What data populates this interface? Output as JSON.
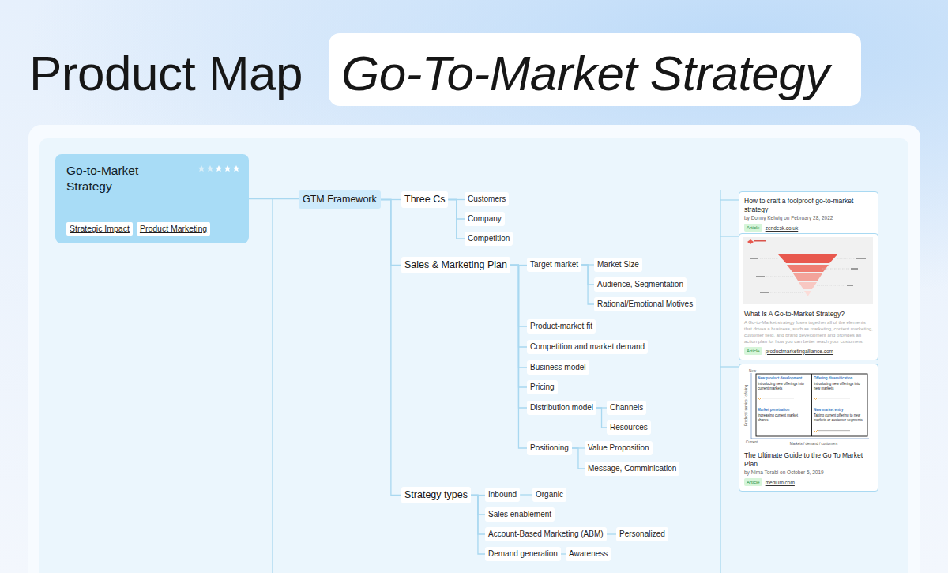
{
  "diagram": {
    "title": "Product Map",
    "nodes": [
      {
        "text": [
          "Go-To-Market Strategy"
        ]
      },
      {
        "text": [
          "Go-to-Market Strategy"
        ]
      },
      {
        "text": [
          "Strategic Impact"
        ],
        "in": 1
      },
      {
        "text": [
          "Product Marketing"
        ],
        "in": 1
      },
      {
        "text": [
          "GTM Framework"
        ]
      },
      {
        "text": [
          "Three Cs"
        ]
      },
      {
        "text": [
          "Customers"
        ]
      },
      {
        "text": [
          "Company"
        ]
      },
      {
        "text": [
          "Competition"
        ]
      },
      {
        "text": [
          "Sales & Marketing Plan"
        ]
      },
      {
        "text": [
          "Target market"
        ]
      },
      {
        "text": [
          "Market Size"
        ]
      },
      {
        "text": [
          "Audience, Segmentation"
        ]
      },
      {
        "text": [
          "Rational/Emotional Motives"
        ]
      },
      {
        "text": [
          "Product-market fit"
        ]
      },
      {
        "text": [
          "Competition and market demand"
        ]
      },
      {
        "text": [
          "Business model"
        ]
      },
      {
        "text": [
          "Pricing"
        ]
      },
      {
        "text": [
          "Distribution model"
        ]
      },
      {
        "text": [
          "Channels"
        ]
      },
      {
        "text": [
          "Resources"
        ]
      },
      {
        "text": [
          "Positioning"
        ]
      },
      {
        "text": [
          "Value Proposition"
        ]
      },
      {
        "text": [
          "Message, Comminication"
        ]
      },
      {
        "text": [
          "Strategy types"
        ]
      },
      {
        "text": [
          "Inbound"
        ]
      },
      {
        "text": [
          "Organic"
        ]
      },
      {
        "text": [
          "Sales enablement"
        ]
      },
      {
        "text": [
          "Account-Based Marketing (ABM)"
        ]
      },
      {
        "text": [
          "Personalized"
        ]
      },
      {
        "text": [
          "Demand generation"
        ]
      },
      {
        "text": [
          "Awareness"
        ]
      },
      {
        "text": [
          "How to craft a foolproof go-to-market strategy",
          "by Donny Kelwig on February 28, 2022",
          "zendesk.co.uk"
        ]
      },
      {
        "text": [
          "Article"
        ],
        "in": 32
      },
      {
        "text": [
          "What Is A Go-to-Market Strategy?",
          "A Go-to-Market strategy fuses together all of the elements that drives a business, such as marketing, content marketing, customer field, and brand development and provides an action plan for how you can better reach your customers.",
          "productmarketingalliance.com"
        ]
      },
      {
        "text": [
          "Article"
        ],
        "in": 34
      },
      {
        "text": [
          "The Ultimate Guide to the Go To Market Plan",
          "by Nima Torabi on October 5, 2019",
          "medium.com"
        ]
      },
      {
        "text": [
          "Article"
        ],
        "in": 36
      }
    ],
    "edges": [
      {
        "from": 1,
        "to": 4,
        "arrow": "none"
      },
      {
        "from": 4,
        "to": 5,
        "arrow": "none"
      },
      {
        "from": 4,
        "to": 9,
        "arrow": "none"
      },
      {
        "from": 4,
        "to": 24,
        "arrow": "none"
      },
      {
        "from": 5,
        "to": 6,
        "arrow": "none"
      },
      {
        "from": 5,
        "to": 7,
        "arrow": "none"
      },
      {
        "from": 5,
        "to": 8,
        "arrow": "none"
      },
      {
        "from": 9,
        "to": 10,
        "arrow": "none"
      },
      {
        "from": 9,
        "to": 14,
        "arrow": "none"
      },
      {
        "from": 9,
        "to": 15,
        "arrow": "none"
      },
      {
        "from": 9,
        "to": 16,
        "arrow": "none"
      },
      {
        "from": 9,
        "to": 17,
        "arrow": "none"
      },
      {
        "from": 9,
        "to": 18,
        "arrow": "none"
      },
      {
        "from": 9,
        "to": 21,
        "arrow": "none"
      },
      {
        "from": 10,
        "to": 11,
        "arrow": "none"
      },
      {
        "from": 10,
        "to": 12,
        "arrow": "none"
      },
      {
        "from": 10,
        "to": 13,
        "arrow": "none"
      },
      {
        "from": 18,
        "to": 19,
        "arrow": "none"
      },
      {
        "from": 18,
        "to": 20,
        "arrow": "none"
      },
      {
        "from": 21,
        "to": 22,
        "arrow": "none"
      },
      {
        "from": 21,
        "to": 23,
        "arrow": "none"
      },
      {
        "from": 24,
        "to": 25,
        "arrow": "none"
      },
      {
        "from": 24,
        "to": 27,
        "arrow": "none"
      },
      {
        "from": 24,
        "to": 28,
        "arrow": "none"
      },
      {
        "from": 24,
        "to": 30,
        "arrow": "none"
      },
      {
        "from": 25,
        "to": 26,
        "arrow": "none"
      },
      {
        "from": 28,
        "to": 29,
        "arrow": "none"
      },
      {
        "from": 30,
        "to": 31,
        "arrow": "none"
      }
    ],
    "labels": [
      "New",
      "Product / service / offering",
      "New product development",
      "Introducing new offerings into current markets",
      "Offering diversification",
      "Introducing new offerings into new markets",
      "Market penetration",
      "Increasing current market shares",
      "New market entry",
      "Taking current offering to new markets or customer segments",
      "Current",
      "Markets / demand / customers"
    ]
  }
}
